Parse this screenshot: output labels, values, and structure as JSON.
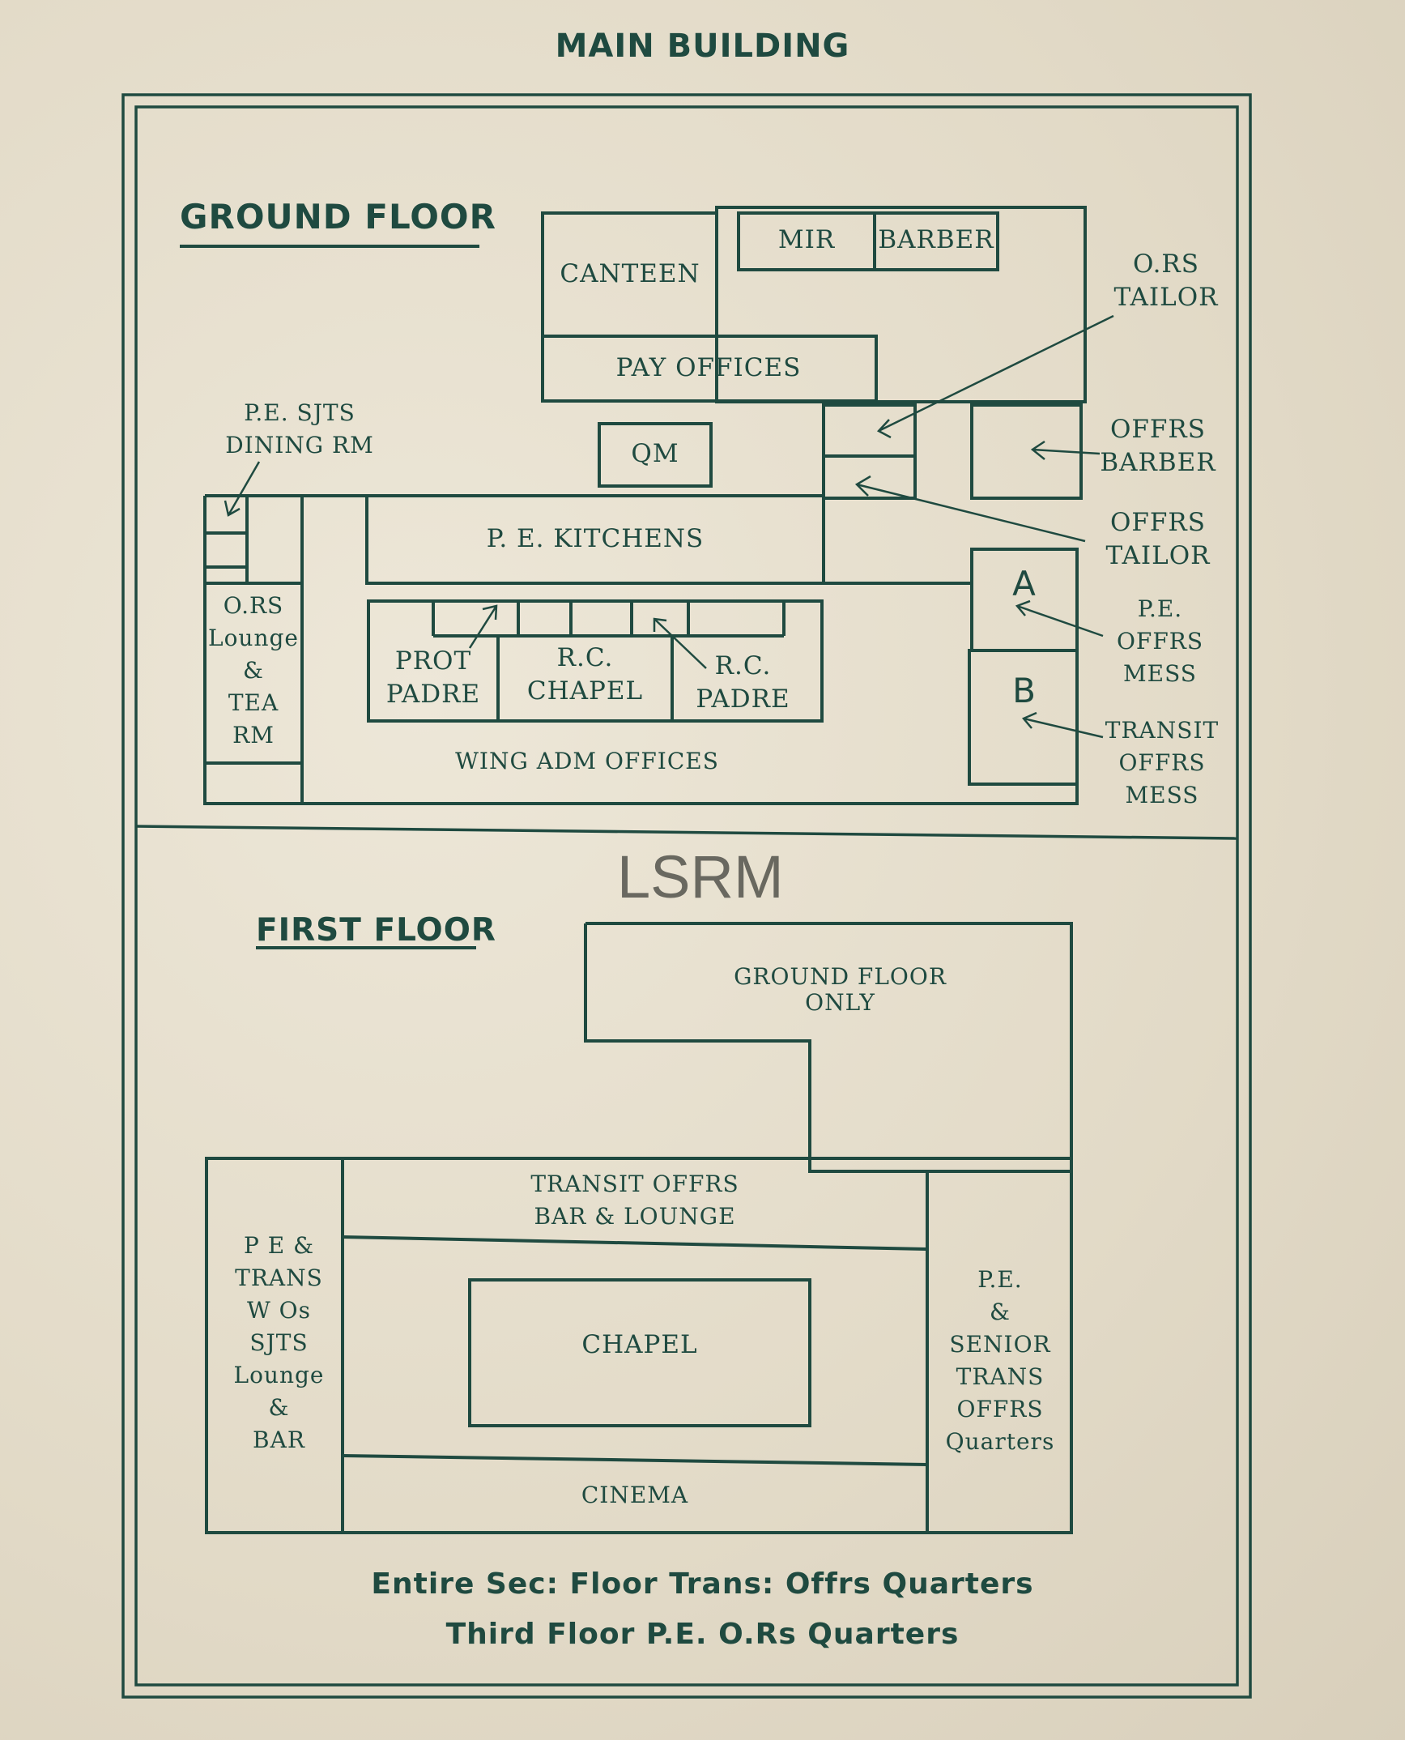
{
  "title": "MAIN BUILDING",
  "watermark": "LSRM",
  "ground_floor": {
    "heading": "GROUND FLOOR",
    "rooms": {
      "canteen": "CANTEEN",
      "mir": "MIR",
      "barber": "BARBER",
      "ors_tailor": "O.RS\nTAILOR",
      "pay_offices": "PAY OFFICES",
      "pe_sjts_dining": "P.E. SJTS\nDINING RM",
      "qm": "QM",
      "offrs_barber": "OFFRS\nBARBER",
      "pe_kitchens": "P. E. KITCHENS",
      "offrs_tailor": "OFFRS\nTAILOR",
      "ors_lounge": "O.RS\nLounge\n&\nTEA\nRM",
      "prot_padre": "PROT\nPADRE",
      "rc_chapel": "R.C.\nCHAPEL",
      "rc_padre": "R.C.\nPADRE",
      "room_a": "A",
      "pe_offrs_mess": "P.E.\nOFFRS\nMESS",
      "room_b": "B",
      "transit_offrs_mess": "TRANSIT\nOFFRS\nMESS",
      "wing_adm_offices": "WING ADM OFFICES"
    }
  },
  "first_floor": {
    "heading": "FIRST FLOOR",
    "rooms": {
      "ground_floor_only": "GROUND FLOOR\nONLY",
      "transit_bar_lounge": "TRANSIT OFFRS\nBAR & LOUNGE",
      "pe_trans_wos": "P E &\nTRANS\nW Os\nSJTS\nLounge\n&\nBAR",
      "chapel": "CHAPEL",
      "pe_senior_quarters": "P.E.\n&\nSENIOR\nTRANS\nOFFRS\nQuarters",
      "cinema": "CINEMA"
    }
  },
  "footer": {
    "line1": "Entire Sec: Floor Trans: Offrs Quarters",
    "line2": "Third Floor P.E. O.Rs Quarters"
  }
}
